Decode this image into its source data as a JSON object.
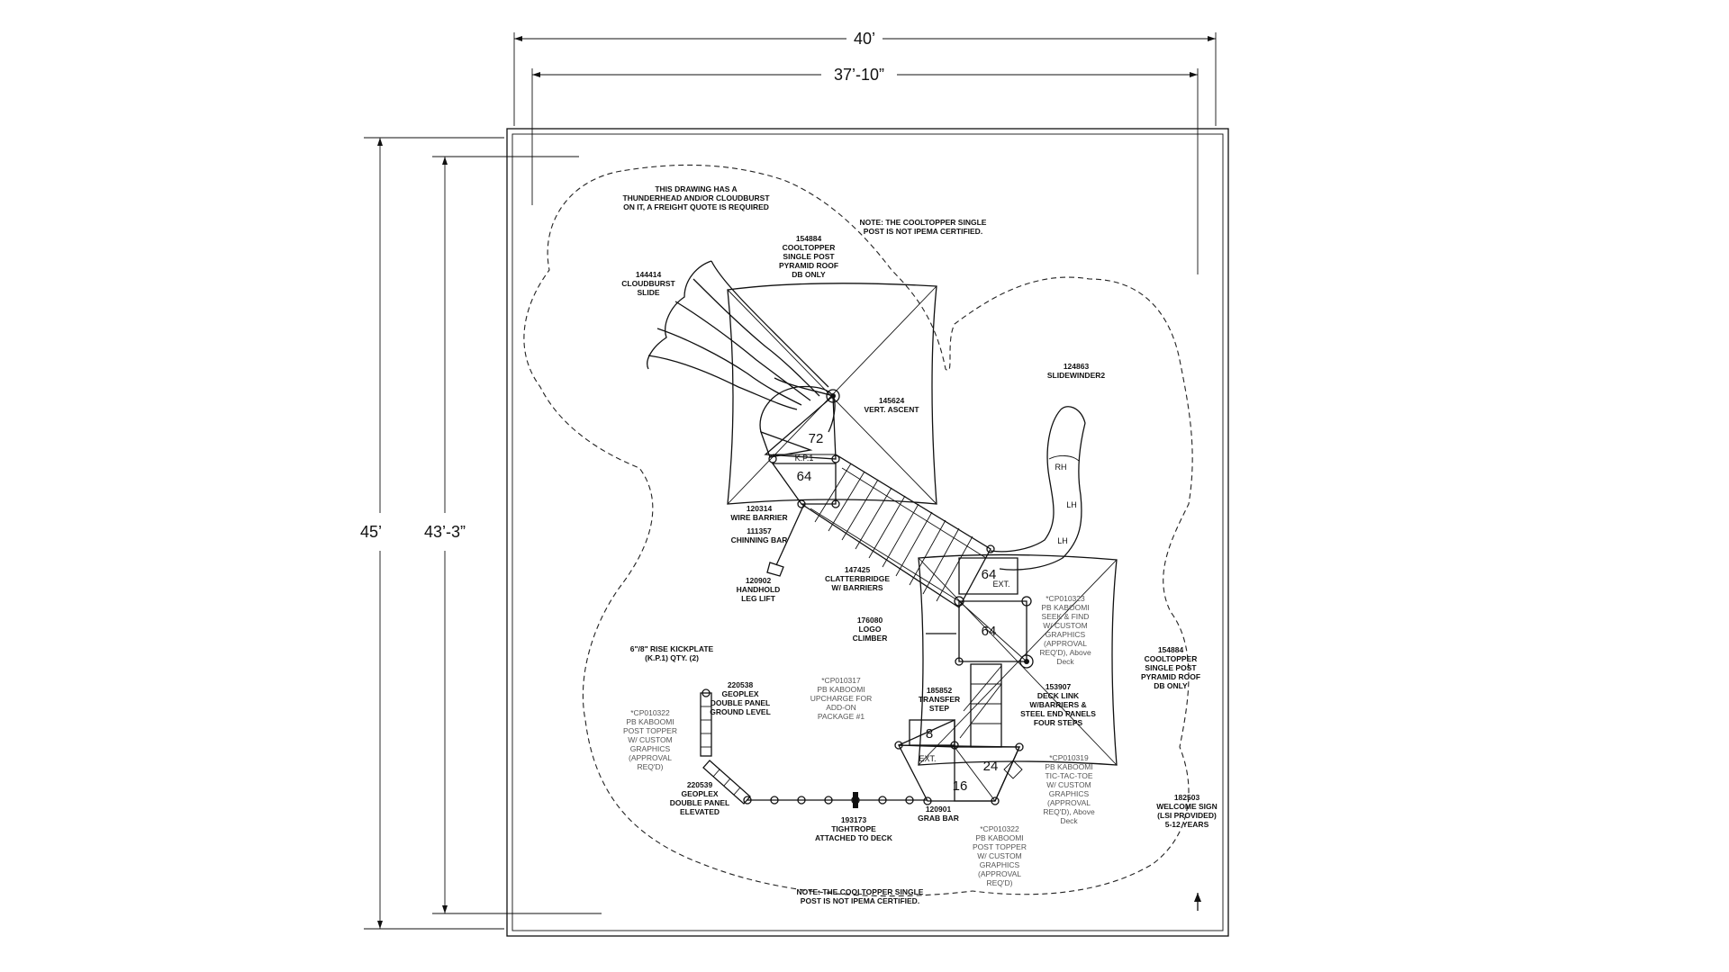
{
  "dimensions": {
    "outer_width": "40’",
    "inner_width": "37’-10”",
    "outer_height": "45’",
    "inner_height": "43’-3”"
  },
  "notes": {
    "freight": [
      "THIS DRAWING HAS A",
      "THUNDERHEAD AND/OR CLOUDBURST",
      "ON IT, A FREIGHT QUOTE IS REQUIRED"
    ],
    "cooltopper_top": [
      "NOTE: THE COOLTOPPER SINGLE",
      "POST IS NOT IPEMA CERTIFIED."
    ],
    "cooltopper_bottom": [
      "NOTE: THE COOLTOPPER SINGLE",
      "POST IS NOT IPEMA CERTIFIED."
    ]
  },
  "components": {
    "roof_top": [
      "154884",
      "COOLTOPPER",
      "SINGLE POST",
      "PYRAMID ROOF",
      "DB ONLY"
    ],
    "cloudburst": [
      "144414",
      "CLOUDBURST",
      "SLIDE"
    ],
    "vert_ascent": [
      "145624",
      "VERT. ASCENT"
    ],
    "slidewinder": [
      "124863",
      "SLIDEWINDER2"
    ],
    "wire_barrier": [
      "120314",
      "WIRE BARRIER"
    ],
    "chinning_bar": [
      "111357",
      "CHINNING BAR"
    ],
    "handhold": [
      "120902",
      "HANDHOLD",
      "LEG LIFT"
    ],
    "clatterbridge": [
      "147425",
      "CLATTERBRIDGE",
      "W/ BARRIERS"
    ],
    "logo_climber": [
      "176080",
      "LOGO",
      "CLIMBER"
    ],
    "seek_find": [
      "*CP010323",
      "PB KABOOMI",
      "SEEK & FIND",
      "W/ CUSTOM",
      "GRAPHICS",
      "(APPROVAL",
      "REQ'D), Above",
      "Deck"
    ],
    "roof_right": [
      "154884",
      "COOLTOPPER",
      "SINGLE POST",
      "PYRAMID ROOF",
      "DB ONLY"
    ],
    "kickplate": [
      "6\"/8\" RISE KICKPLATE",
      "(K.P.1) QTY. (2)"
    ],
    "geoplex_ground": [
      "220538",
      "GEOPLEX",
      "DOUBLE PANEL",
      "GROUND LEVEL"
    ],
    "upcharge": [
      "*CP010317",
      "PB KABOOMI",
      "UPCHARGE FOR",
      "ADD-ON",
      "PACKAGE #1"
    ],
    "transfer_step": [
      "185852",
      "TRANSFER",
      "STEP"
    ],
    "deck_link": [
      "153907",
      "DECK LINK",
      "W/BARRIERS &",
      "STEEL END PANELS",
      "FOUR STEPS"
    ],
    "post_topper_left": [
      "*CP010322",
      "PB KABOOMI",
      "POST TOPPER",
      "W/ CUSTOM",
      "GRAPHICS",
      "(APPROVAL",
      "REQ'D)"
    ],
    "tic_tac_toe": [
      "*CP010319",
      "PB KABOOMI",
      "TIC-TAC-TOE",
      "W/ CUSTOM",
      "GRAPHICS",
      "(APPROVAL",
      "REQ'D), Above",
      "Deck"
    ],
    "welcome_sign": [
      "182503",
      "WELCOME SIGN",
      "(LSI PROVIDED)",
      "5-12 YEARS"
    ],
    "geoplex_elevated": [
      "220539",
      "GEOPLEX",
      "DOUBLE PANEL",
      "ELEVATED"
    ],
    "tightrope": [
      "193173",
      "TIGHTROPE",
      "ATTACHED TO DECK"
    ],
    "grab_bar": [
      "120901",
      "GRAB BAR"
    ],
    "post_topper_bottom": [
      "*CP010322",
      "PB KABOOMI",
      "POST TOPPER",
      "W/ CUSTOM",
      "GRAPHICS",
      "(APPROVAL",
      "REQ'D)"
    ]
  },
  "decks": {
    "d72": "72",
    "kp1": "K.P.1",
    "d64a": "64",
    "d64ext": "64",
    "ext1": "EXT.",
    "d64b": "64",
    "d8": "8",
    "ext2": "EXT.",
    "d24": "24",
    "d16": "16",
    "rh": "RH",
    "lh1": "LH",
    "lh2": "LH"
  }
}
